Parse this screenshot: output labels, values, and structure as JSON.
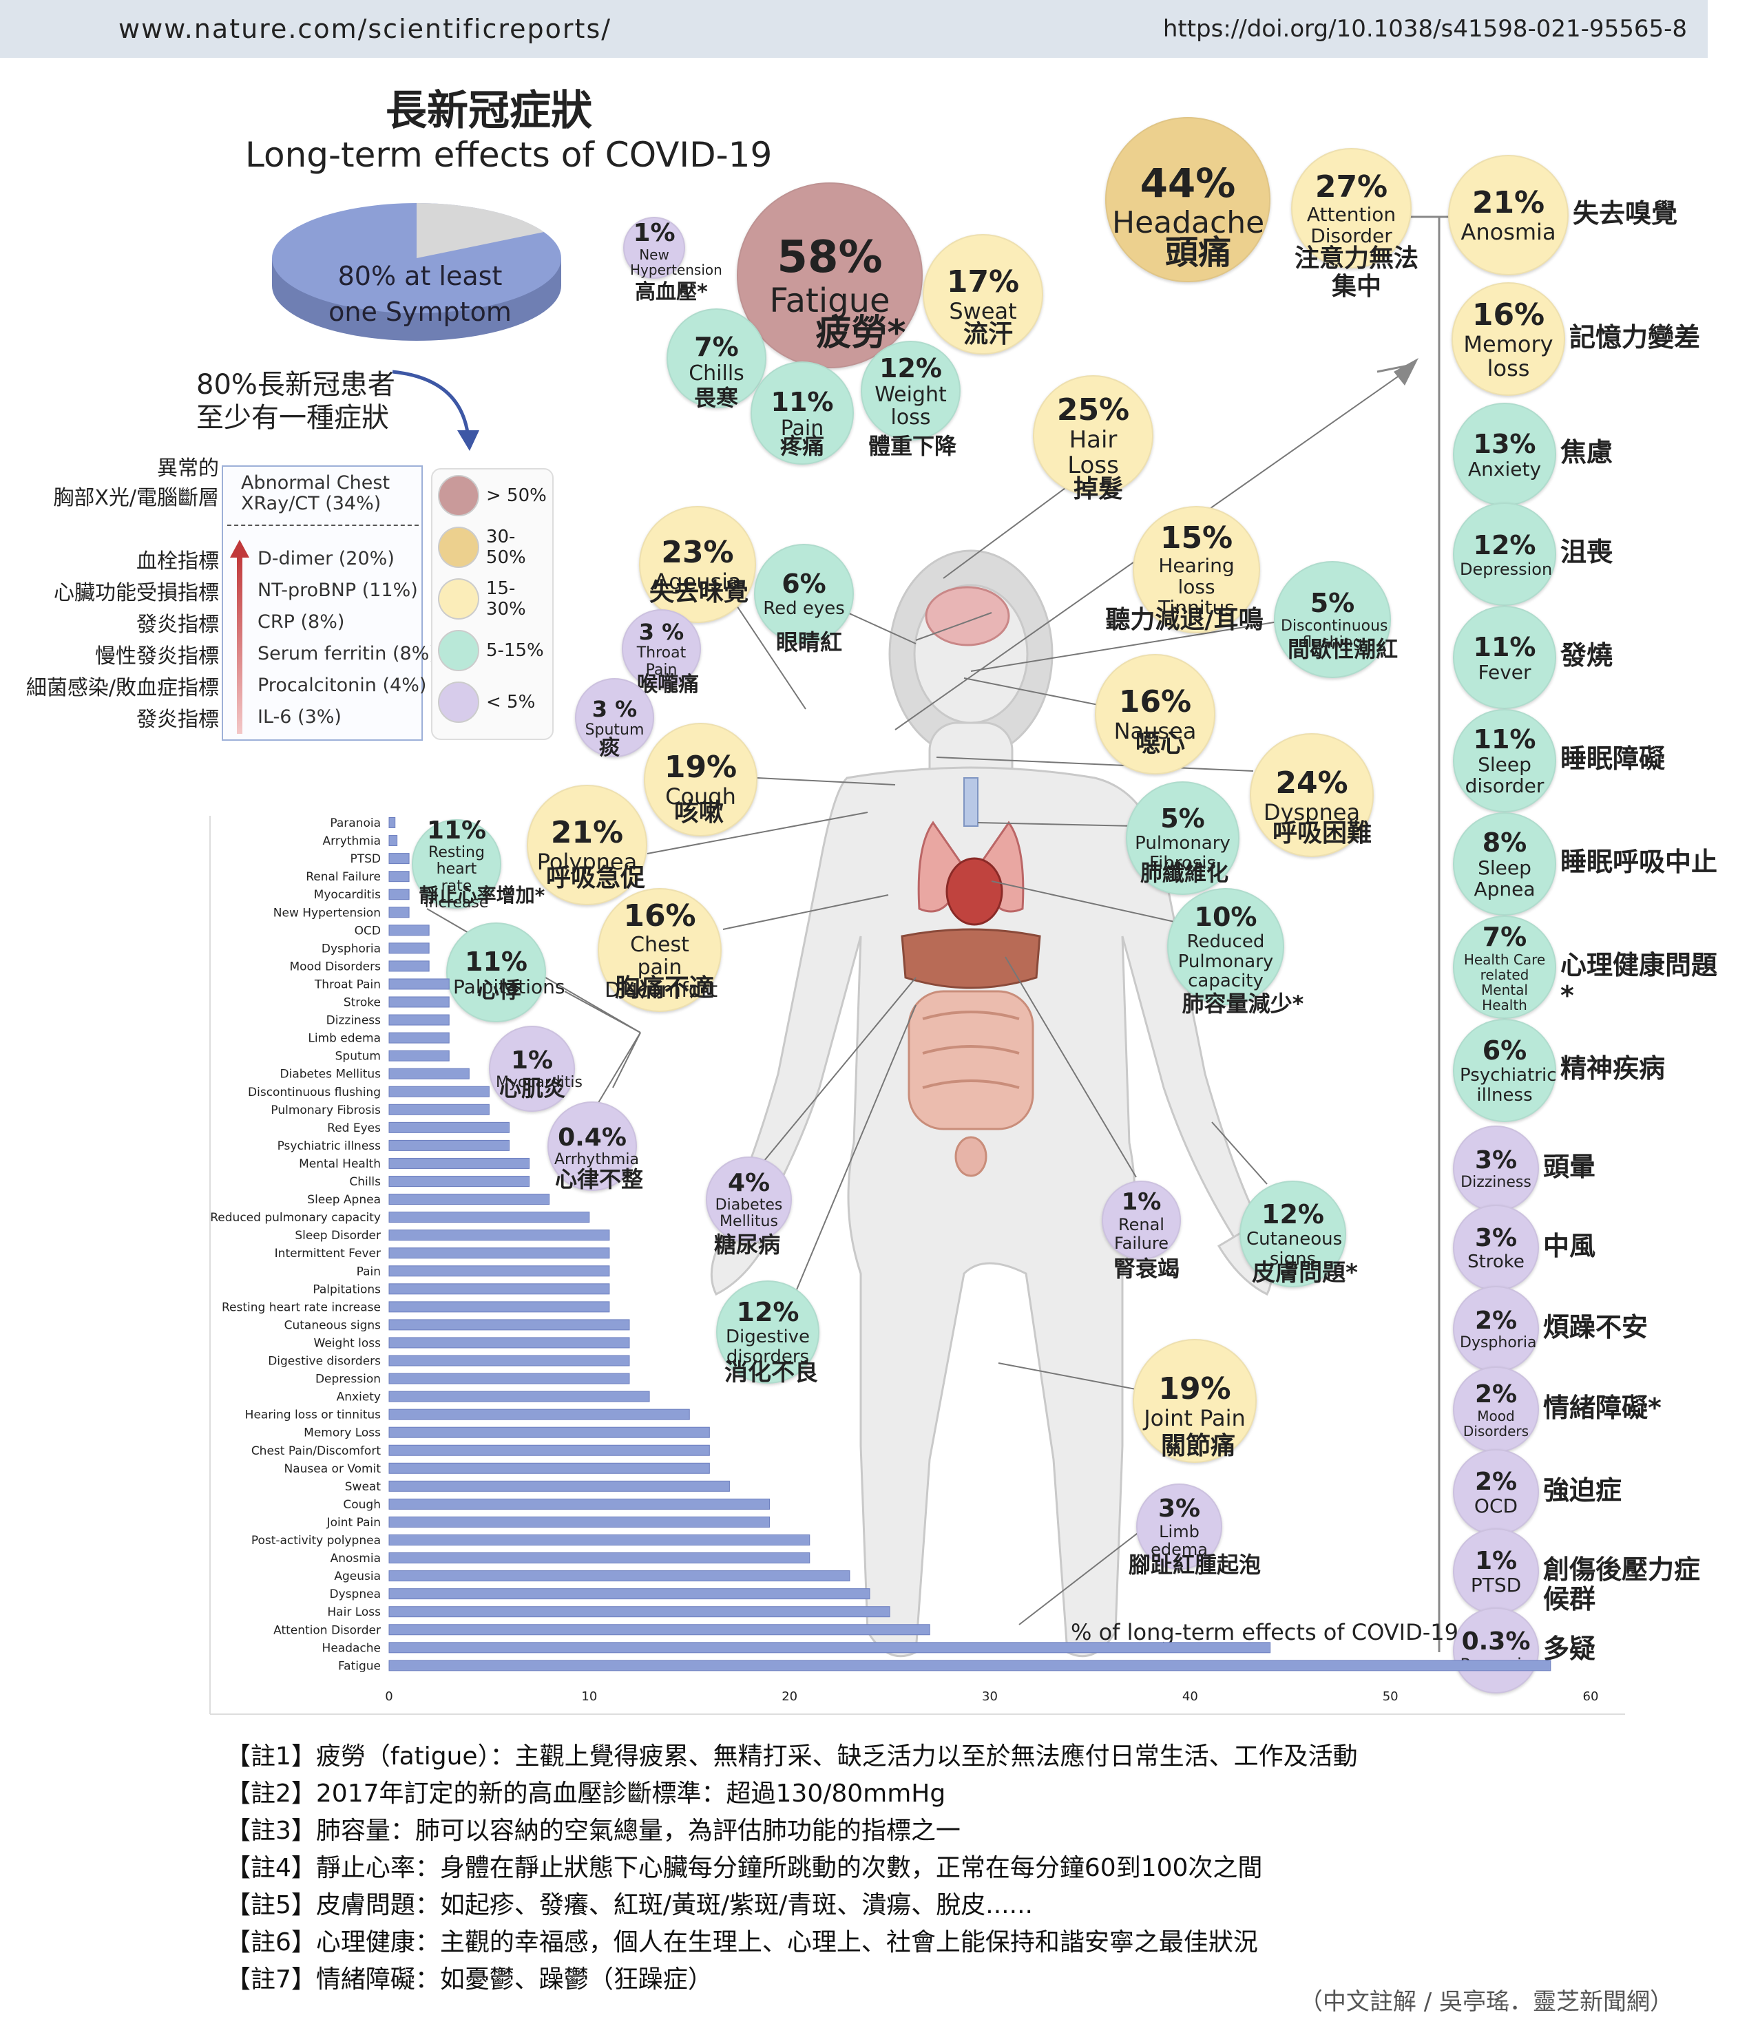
{
  "header": {
    "site": "www.nature.com/scientificreports/",
    "doi": "https://doi.org/10.1038/s41598-021-95565-8"
  },
  "title_zh": "長新冠症狀",
  "title_en": "Long-term effects of COVID-19",
  "pie": {
    "caption_line1": "80% at least",
    "caption_line2": "one Symptom",
    "zh_line1": "80%長新冠患者",
    "zh_line2": "至少有一種症狀",
    "value": 80,
    "colors": {
      "main": "#8d9fd6",
      "rest": "#d7d7d7"
    }
  },
  "lab_markers": {
    "zh_labels": [
      "異常的",
      "胸部X光/電腦斷層",
      "血栓指標",
      "心臟功能受損指標",
      "發炎指標",
      "慢性發炎指標",
      "細菌感染/敗血症指標",
      "發炎指標"
    ],
    "items": [
      "Abnormal Chest",
      "XRay/CT (34%)",
      "D-dimer (20%)",
      "NT-proBNP (11%)",
      "CRP (8%)",
      "Serum ferritin (8%)",
      "Procalcitonin (4%)",
      "IL-6 (3%)"
    ]
  },
  "legend": [
    {
      "label": "> 50%",
      "color": "#c99a9a"
    },
    {
      "label": "30-50%",
      "color": "#ecd08e"
    },
    {
      "label": "15-30%",
      "color": "#fbedb9"
    },
    {
      "label": "5-15%",
      "color": "#b9e8d8"
    },
    {
      "label": "< 5%",
      "color": "#d7cceb"
    }
  ],
  "bubbles": [
    {
      "pct": "58%",
      "name": "Fatigue",
      "zh": "疲勞*"
    },
    {
      "pct": "1%",
      "name": "New Hypertension",
      "zh": "高血壓*"
    },
    {
      "pct": "17%",
      "name": "Sweat",
      "zh": "流汗"
    },
    {
      "pct": "7%",
      "name": "Chills",
      "zh": "畏寒"
    },
    {
      "pct": "11%",
      "name": "Pain",
      "zh": "疼痛"
    },
    {
      "pct": "12%",
      "name": "Weight loss",
      "zh": "體重下降"
    },
    {
      "pct": "44%",
      "name": "Headache",
      "zh": "頭痛"
    },
    {
      "pct": "27%",
      "name": "Attention Disorder",
      "zh": "注意力無法集中"
    },
    {
      "pct": "25%",
      "name": "Hair Loss",
      "zh": "掉髮"
    },
    {
      "pct": "23%",
      "name": "Ageusia",
      "zh": "失去味覺"
    },
    {
      "pct": "6%",
      "name": "Red eyes",
      "zh": "眼睛紅"
    },
    {
      "pct": "3 %",
      "name": "Throat Pain",
      "zh": "喉嚨痛"
    },
    {
      "pct": "3 %",
      "name": "Sputum",
      "zh": "痰"
    },
    {
      "pct": "15%",
      "name": "Hearing loss Tinnitus",
      "zh": "聽力減退/耳鳴"
    },
    {
      "pct": "5%",
      "name": "Discontinuous flushing",
      "zh": "間歇性潮紅"
    },
    {
      "pct": "16%",
      "name": "Nausea",
      "zh": "噁心"
    },
    {
      "pct": "19%",
      "name": "Cough",
      "zh": "咳嗽"
    },
    {
      "pct": "24%",
      "name": "Dyspnea",
      "zh": "呼吸困難"
    },
    {
      "pct": "21%",
      "name": "Polypnea",
      "zh": "呼吸急促"
    },
    {
      "pct": "11%",
      "name": "Resting heart rate increase",
      "zh": "靜止心率增加*"
    },
    {
      "pct": "5%",
      "name": "Pulmonary Fibrosis",
      "zh": "肺纖維化"
    },
    {
      "pct": "16%",
      "name": "Chest pain Discomfort",
      "zh": "胸痛不適"
    },
    {
      "pct": "10%",
      "name": "Reduced Pulmonary capacity",
      "zh": "肺容量減少*"
    },
    {
      "pct": "11%",
      "name": "Palpitations",
      "zh": "心悸"
    },
    {
      "pct": "1%",
      "name": "Myocarditis",
      "zh": "心肌炎"
    },
    {
      "pct": "0.4%",
      "name": "Arrhythmia",
      "zh": "心律不整"
    },
    {
      "pct": "4%",
      "name": "Diabetes Mellitus",
      "zh": "糖尿病"
    },
    {
      "pct": "1%",
      "name": "Renal Failure",
      "zh": "腎衰竭"
    },
    {
      "pct": "12%",
      "name": "Cutaneous signs",
      "zh": "皮膚問題*"
    },
    {
      "pct": "12%",
      "name": "Digestive disorders",
      "zh": "消化不良"
    },
    {
      "pct": "19%",
      "name": "Joint Pain",
      "zh": "關節痛"
    },
    {
      "pct": "3%",
      "name": "Limb edema",
      "zh": "腳趾紅腫起泡"
    }
  ],
  "right_column": [
    {
      "pct": "21%",
      "name": "Anosmia",
      "zh": "失去嗅覺"
    },
    {
      "pct": "16%",
      "name": "Memory loss",
      "zh": "記憶力變差"
    },
    {
      "pct": "13%",
      "name": "Anxiety",
      "zh": "焦慮"
    },
    {
      "pct": "12%",
      "name": "Depression",
      "zh": "沮喪"
    },
    {
      "pct": "11%",
      "name": "Fever",
      "zh": "發燒"
    },
    {
      "pct": "11%",
      "name": "Sleep disorder",
      "zh": "睡眠障礙"
    },
    {
      "pct": "8%",
      "name": "Sleep Apnea",
      "zh": "睡眠呼吸中止"
    },
    {
      "pct": "7%",
      "name": "Health Care related Mental Health",
      "zh": "心理健康問題*"
    },
    {
      "pct": "6%",
      "name": "Psychiatric illness",
      "zh": "精神疾病"
    },
    {
      "pct": "3%",
      "name": "Dizziness",
      "zh": "頭暈"
    },
    {
      "pct": "3%",
      "name": "Stroke",
      "zh": "中風"
    },
    {
      "pct": "2%",
      "name": "Dysphoria",
      "zh": "煩躁不安"
    },
    {
      "pct": "2%",
      "name": "Mood Disorders",
      "zh": "情緒障礙*"
    },
    {
      "pct": "2%",
      "name": "OCD",
      "zh": "強迫症"
    },
    {
      "pct": "1%",
      "name": "PTSD",
      "zh": "創傷後壓力症候群"
    },
    {
      "pct": "0.3%",
      "name": "Paranoia",
      "zh": "多疑"
    }
  ],
  "chart_data": {
    "type": "bar",
    "orientation": "horizontal",
    "title": "% of long-term effects of COVID-19",
    "categories": [
      "Paranoia",
      "Arrythmia",
      "PTSD",
      "Renal Failure",
      "Myocarditis",
      "New Hypertension",
      "OCD",
      "Dysphoria",
      "Mood Disorders",
      "Throat Pain",
      "Stroke",
      "Dizziness",
      "Limb edema",
      "Sputum",
      "Diabetes Mellitus",
      "Discontinuous flushing",
      "Pulmonary Fibrosis",
      "Red Eyes",
      "Psychiatric illness",
      "Mental Health",
      "Chills",
      "Sleep Apnea",
      "Reduced pulmonary capacity",
      "Sleep Disorder",
      "Intermittent Fever",
      "Pain",
      "Palpitations",
      "Resting heart rate increase",
      "Cutaneous signs",
      "Weight loss",
      "Digestive disorders",
      "Depression",
      "Anxiety",
      "Hearing loss or tinnitus",
      "Memory Loss",
      "Chest Pain/Discomfort",
      "Nausea or Vomit",
      "Sweat",
      "Cough",
      "Joint Pain",
      "Post-activity polypnea",
      "Anosmia",
      "Ageusia",
      "Dyspnea",
      "Hair Loss",
      "Attention Disorder",
      "Headache",
      "Fatigue"
    ],
    "values": [
      0.3,
      0.4,
      1,
      1,
      1,
      1,
      2,
      2,
      2,
      3,
      3,
      3,
      3,
      3,
      4,
      5,
      5,
      6,
      6,
      7,
      7,
      8,
      10,
      11,
      11,
      11,
      11,
      11,
      12,
      12,
      12,
      12,
      13,
      15,
      16,
      16,
      16,
      17,
      19,
      19,
      21,
      21,
      23,
      24,
      25,
      27,
      44,
      58
    ],
    "xlim": [
      0,
      60
    ],
    "xticks": [
      "0",
      "10",
      "20",
      "30",
      "40",
      "50",
      "60"
    ],
    "bar_color": "#8d9fd6",
    "grid": false
  },
  "notes": [
    "【註1】疲勞（fatigue）：主觀上覺得疲累、無精打采、缺乏活力以至於無法應付日常生活、工作及活動",
    "【註2】2017年訂定的新的高血壓診斷標準：超過130/80mmHg",
    "【註3】肺容量：肺可以容納的空氣總量，為評估肺功能的指標之一",
    "【註4】靜止心率：身體在靜止狀態下心臟每分鐘所跳動的次數，正常在每分鐘60到100次之間",
    "【註5】皮膚問題：如起疹、發癢、紅斑/黃斑/紫斑/青斑、潰瘍、脫皮......",
    "【註6】心理健康：主觀的幸福感，個人在生理上、心理上、社會上能保持和諧安寧之最佳狀況",
    "【註7】情緒障礙：如憂鬱、躁鬱（狂躁症）"
  ],
  "credit": "（中文註解 / 吳亭瑤．靈芝新聞網）"
}
